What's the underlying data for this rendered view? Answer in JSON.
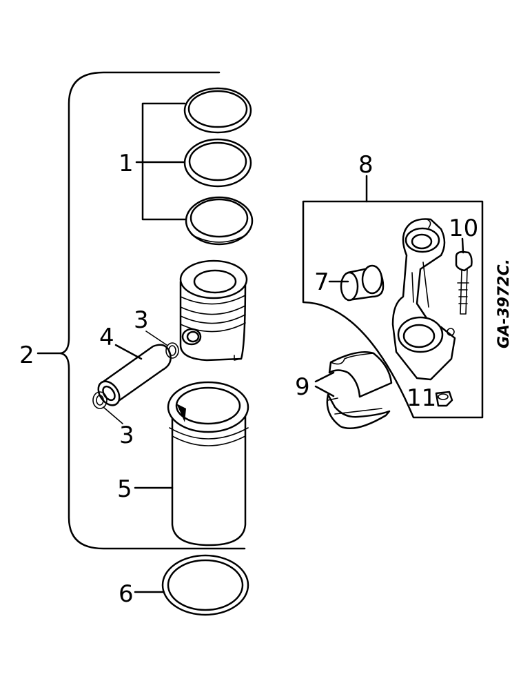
{
  "callouts": {
    "c1": "1",
    "c2": "2",
    "c3a": "3",
    "c3b": "3",
    "c4": "4",
    "c5": "5",
    "c6": "6",
    "c7": "7",
    "c8": "8",
    "c9": "9",
    "c10": "10",
    "c11": "11"
  },
  "drawing_code": "GA-3972C."
}
